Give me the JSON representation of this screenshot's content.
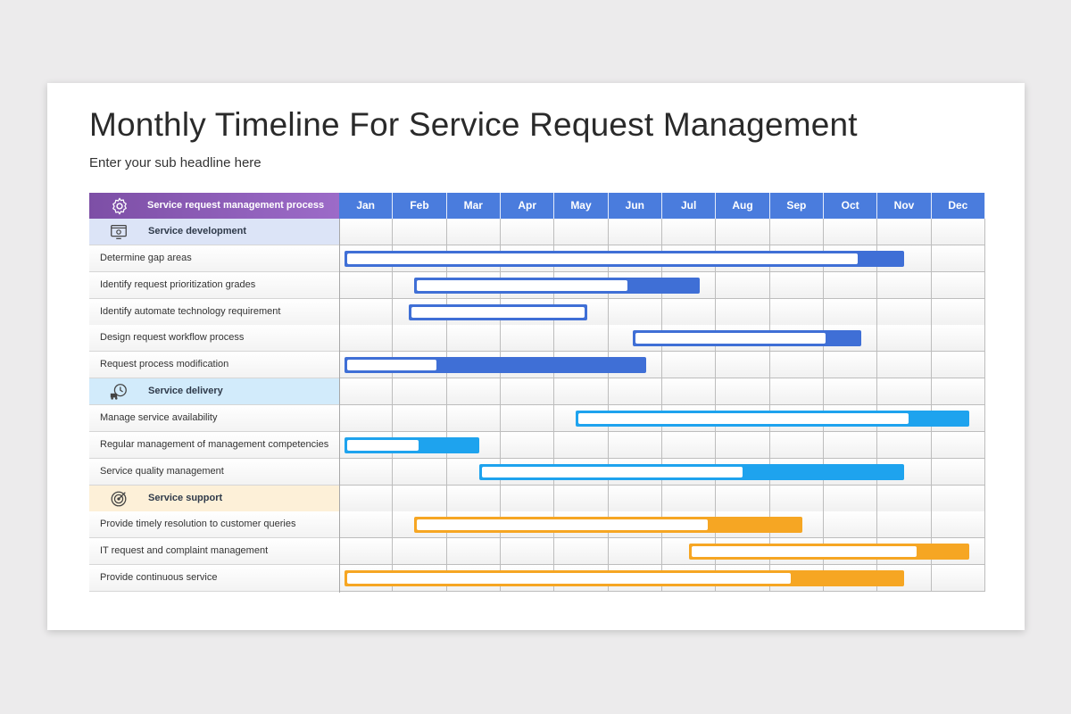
{
  "header": {
    "title": "Monthly Timeline For Service Request Management",
    "subtitle": "Enter your sub headline here"
  },
  "gantt": {
    "task_header": "Service request management process",
    "months": [
      "Jan",
      "Feb",
      "Mar",
      "Apr",
      "May",
      "Jun",
      "Jul",
      "Aug",
      "Sep",
      "Oct",
      "Nov",
      "Dec"
    ],
    "colors": {
      "header_purple": "#8a5bb8",
      "month_blue": "#4a7cdd",
      "development_bar": "#3f6fd6",
      "delivery_bar": "#1ea3ee",
      "support_bar": "#f6a623"
    },
    "rows": [
      {
        "type": "category",
        "label": "Service development",
        "icon": "monitor-gear-icon",
        "color": "#dce4f7"
      },
      {
        "type": "task",
        "label": "Determine gap areas",
        "start": 1.1,
        "end": 11.5,
        "progress": 0.92,
        "group": "development"
      },
      {
        "type": "task",
        "label": "Identify request prioritization grades",
        "start": 2.4,
        "end": 7.7,
        "progress": 0.75,
        "group": "development"
      },
      {
        "type": "task",
        "label": "Identify automate technology requirement",
        "start": 2.3,
        "end": 5.6,
        "progress": 1.0,
        "group": "development"
      },
      {
        "type": "task",
        "label": "Design request workflow process",
        "start": 6.45,
        "end": 10.7,
        "progress": 0.85,
        "group": "development"
      },
      {
        "type": "task",
        "label": "Request process modification",
        "start": 1.1,
        "end": 6.7,
        "progress": 0.3,
        "group": "development"
      },
      {
        "type": "category",
        "label": "Service delivery",
        "icon": "clock-truck-icon",
        "color": "#d2ebfb"
      },
      {
        "type": "task",
        "label": "Manage service availability",
        "start": 5.4,
        "end": 12.7,
        "progress": 0.85,
        "group": "delivery"
      },
      {
        "type": "task",
        "label": "Regular management of management competencies",
        "start": 1.1,
        "end": 3.6,
        "progress": 0.55,
        "group": "delivery"
      },
      {
        "type": "task",
        "label": "Service quality management",
        "start": 3.6,
        "end": 11.5,
        "progress": 0.62,
        "group": "delivery"
      },
      {
        "type": "category",
        "label": "Service support",
        "icon": "target-icon",
        "color": "#fdf0d8"
      },
      {
        "type": "task",
        "label": "Provide timely resolution to customer queries",
        "start": 2.4,
        "end": 9.6,
        "progress": 0.76,
        "group": "support"
      },
      {
        "type": "task",
        "label": "IT request and complaint management",
        "start": 7.5,
        "end": 12.7,
        "progress": 0.82,
        "group": "support"
      },
      {
        "type": "task",
        "label": "Provide continuous service",
        "start": 1.1,
        "end": 11.5,
        "progress": 0.8,
        "group": "support"
      }
    ]
  }
}
